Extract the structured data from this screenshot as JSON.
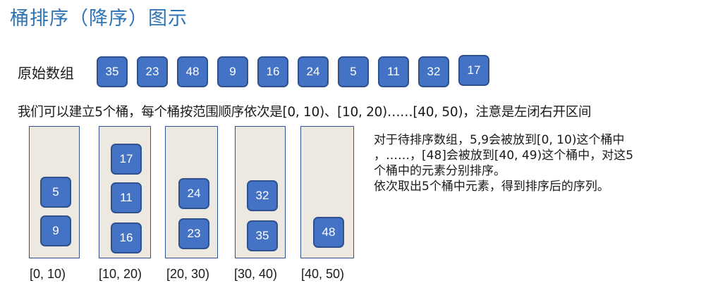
{
  "title": "桶排序（降序）图示",
  "original_label": "原始数组",
  "original_array": [
    "35",
    "23",
    "48",
    "9",
    "16",
    "24",
    "5",
    "11",
    "32",
    "17"
  ],
  "description": "我们可以建立5个桶，每个桶按范围顺序依次是[0, 10)、[10, 20)……[40, 50)，注意是左闭右开区间",
  "buckets": [
    {
      "label": "[0, 10)",
      "items": [
        "5",
        "9"
      ]
    },
    {
      "label": "[10, 20)",
      "items": [
        "17",
        "11",
        "16"
      ]
    },
    {
      "label": "[20, 30)",
      "items": [
        "24",
        "23"
      ]
    },
    {
      "label": "[30, 40)",
      "items": [
        "32",
        "35"
      ]
    },
    {
      "label": "[40, 50)",
      "items": [
        "48"
      ]
    }
  ],
  "explanation": [
    "对于待排序数组，5,9会被放到[0, 10)这个桶中",
    "，……，[48]会被放到[40, 49)这个桶中，对这5",
    "个桶中的元素分别排序。",
    "依次取出5个桶中元素，得到排序后的序列。"
  ],
  "colors": {
    "title": "#2e74b5",
    "box_fill": "#4472c4",
    "box_border": "#2f528f",
    "bucket_fill": "#ede9e1"
  }
}
